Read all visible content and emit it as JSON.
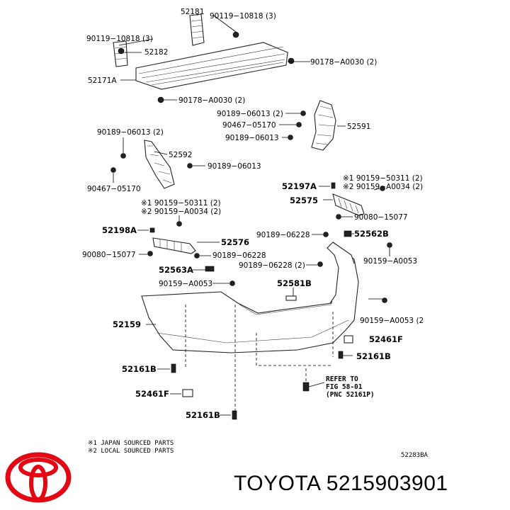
{
  "labels": {
    "p52181": "52181",
    "p90119_r": "90119−10818 (3)",
    "p90119_l": "90119−10818 (3)",
    "p52182": "52182",
    "p90178_r": "90178−A0030 (2)",
    "p52171A": "52171A",
    "p90178_b": "90178−A0030 (2)",
    "p90189_2": "90189−06013 (2)",
    "p90467_a": "90467−05170",
    "p90189_a": "90189−06013",
    "p52591": "52591",
    "p90189_l2": "90189−06013 (2)",
    "p52592": "52592",
    "p90189_lb": "90189−06013",
    "p90467_b": "90467−05170",
    "p52197A": "52197A",
    "n1_r": "※1 90159−50311 (2)",
    "n2_r": "※2 90159−A0034 (2)",
    "p52575": "52575",
    "p90080_r": "90080−15077",
    "n1_l": "※1 90159−50311 (2)",
    "n2_l": "※2 90159−A0034 (2)",
    "p52198A": "52198A",
    "p52576": "52576",
    "p90080_l": "90080−15077",
    "p90189_06228": "90189−06228",
    "p90189_06228b": "90189−06228",
    "p52562B": "52562B",
    "p52563A": "52563A",
    "p90189_06228_2": "90189−06228 (2)",
    "p90159_A0053_r": "90159−A0053",
    "p90159_A0053_l": "90159−A0053",
    "p52581B": "52581B",
    "p52159": "52159",
    "p90159_A0053_2": "90159−A0053 (2",
    "p52461F_r": "52461F",
    "p52161B_r": "52161B",
    "p52161B_l": "52161B",
    "p52461F_l": "52461F",
    "p52161B_b": "52161B",
    "refer1": "REFER TO",
    "refer2": "FIG 58-01",
    "refer3": "(PNC 52161P)",
    "note1": "※1 JAPAN SOURCED PARTS",
    "note2": "※2 LOCAL SOURCED PARTS",
    "diagram_id": "52283BA"
  },
  "caption": "TOYOTA 5215903901",
  "colors": {
    "logo": "#e30613",
    "ink": "#000000"
  },
  "logo_icon": "toyota-logo-icon"
}
